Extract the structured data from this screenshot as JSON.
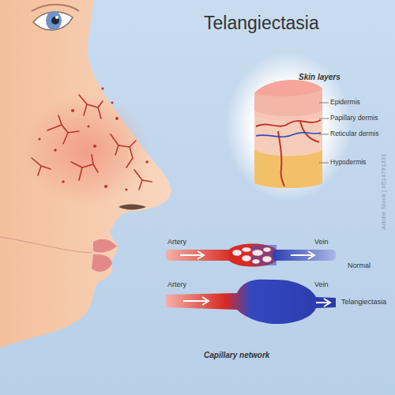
{
  "diagram": {
    "title": "Telangiectasia",
    "labels": [
      "Skin layers",
      "Epidermis",
      "Papillary dermis",
      "Reticular dermis",
      "Hypodermis",
      "Artery",
      "Vein",
      "Normal",
      "Artery",
      "Vein",
      "Telangiectasia",
      "Capillary network",
      "Adobe Stock | #514791331"
    ]
  }
}
